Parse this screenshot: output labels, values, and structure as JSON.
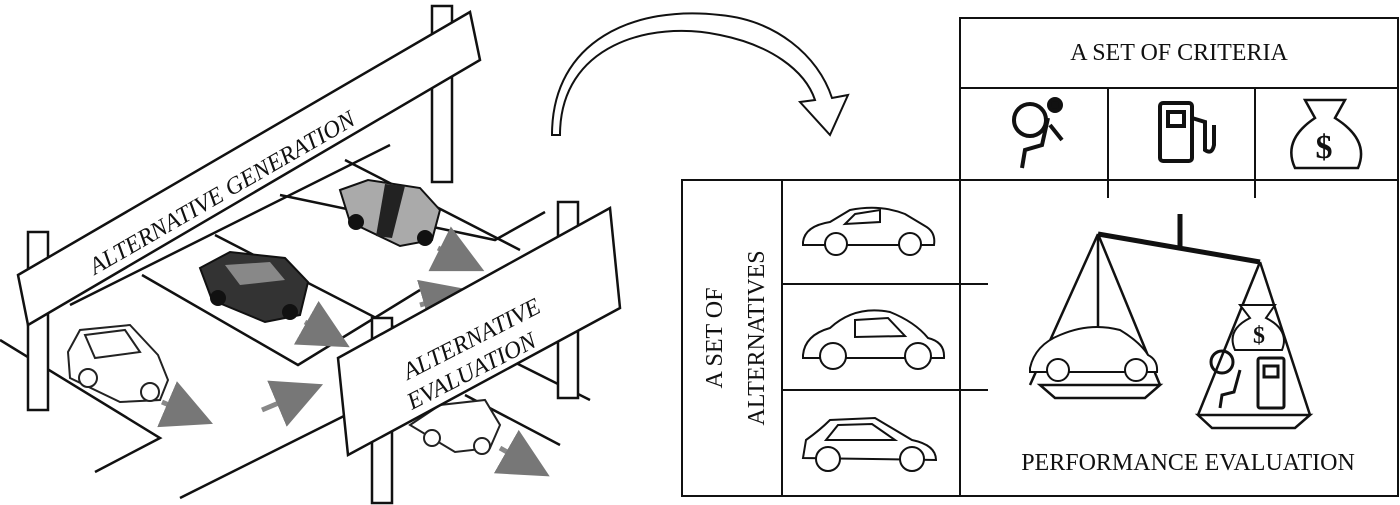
{
  "signs": {
    "generation": "ALTERNATIVE GENERATION",
    "evaluation_line1": "ALTERNATIVE",
    "evaluation_line2": "EVALUATION"
  },
  "criteria": {
    "header": "A SET OF CRITERIA",
    "icons": [
      "airbag-safety-icon",
      "fuel-pump-icon",
      "money-bag-icon"
    ],
    "money_symbol": "$"
  },
  "alternatives": {
    "label_line1": "A SET OF",
    "label_line2": "ALTERNATIVES",
    "items": [
      "coupe-car-icon",
      "beetle-car-icon",
      "hatchback-car-icon"
    ]
  },
  "performance": {
    "label": "PERFORMANCE EVALUATION"
  }
}
